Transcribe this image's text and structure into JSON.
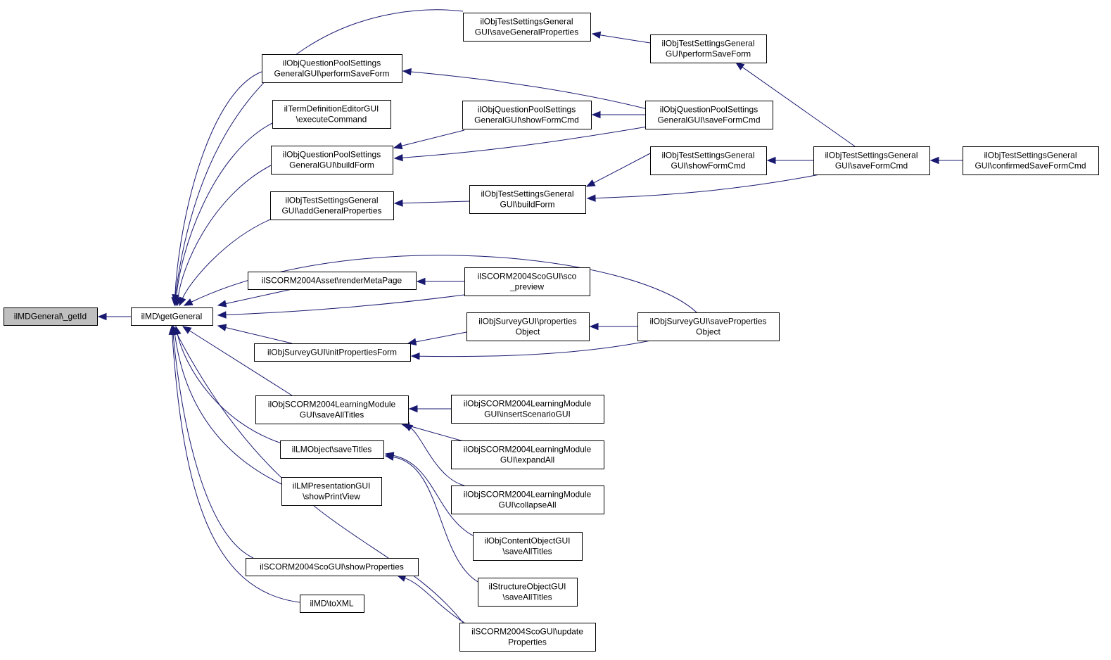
{
  "diagram": {
    "type": "call-graph",
    "colors": {
      "edge": "#191970",
      "node_border": "#000000",
      "focus_fill": "#bfbfbf",
      "node_fill": "#ffffff"
    },
    "nodes": [
      {
        "id": "n_getid",
        "lines": [
          "ilMDGeneral\\_getId"
        ],
        "focus": true
      },
      {
        "id": "n_getgeneral",
        "lines": [
          "ilMD\\getGeneral"
        ]
      },
      {
        "id": "n_qp_perform",
        "lines": [
          "ilObjQuestionPoolSettings",
          "GeneralGUI\\performSaveForm"
        ]
      },
      {
        "id": "n_termdef",
        "lines": [
          "ilTermDefinitionEditorGUI",
          "\\executeCommand"
        ]
      },
      {
        "id": "n_qp_build",
        "lines": [
          "ilObjQuestionPoolSettings",
          "GeneralGUI\\buildForm"
        ]
      },
      {
        "id": "n_ts_addgen",
        "lines": [
          "ilObjTestSettingsGeneral",
          "GUI\\addGeneralProperties"
        ]
      },
      {
        "id": "n_scorm_render",
        "lines": [
          "ilSCORM2004Asset\\renderMetaPage"
        ]
      },
      {
        "id": "n_survey_init",
        "lines": [
          "ilObjSurveyGUI\\initPropertiesForm"
        ]
      },
      {
        "id": "n_lm_saveall",
        "lines": [
          "ilObjSCORM2004LearningModule",
          "GUI\\saveAllTitles"
        ]
      },
      {
        "id": "n_lmobj_save",
        "lines": [
          "ilLMObject\\saveTitles"
        ]
      },
      {
        "id": "n_lmpres",
        "lines": [
          "ilLMPresentationGUI",
          "\\showPrintView"
        ]
      },
      {
        "id": "n_sco_showprop",
        "lines": [
          "ilSCORM2004ScoGUI\\showProperties"
        ]
      },
      {
        "id": "n_toxml",
        "lines": [
          "ilMD\\toXML"
        ]
      },
      {
        "id": "n_ts_savegen",
        "lines": [
          "ilObjTestSettingsGeneral",
          "GUI\\saveGeneralProperties"
        ]
      },
      {
        "id": "n_qp_showform",
        "lines": [
          "ilObjQuestionPoolSettings",
          "GeneralGUI\\showFormCmd"
        ]
      },
      {
        "id": "n_ts_build",
        "lines": [
          "ilObjTestSettingsGeneral",
          "GUI\\buildForm"
        ]
      },
      {
        "id": "n_sco_preview",
        "lines": [
          "ilSCORM2004ScoGUI\\sco",
          "_preview"
        ]
      },
      {
        "id": "n_survey_propobj",
        "lines": [
          "ilObjSurveyGUI\\properties",
          "Object"
        ]
      },
      {
        "id": "n_lm_insert",
        "lines": [
          "ilObjSCORM2004LearningModule",
          "GUI\\insertScenarioGUI"
        ]
      },
      {
        "id": "n_lm_expand",
        "lines": [
          "ilObjSCORM2004LearningModule",
          "GUI\\expandAll"
        ]
      },
      {
        "id": "n_lm_collapse",
        "lines": [
          "ilObjSCORM2004LearningModule",
          "GUI\\collapseAll"
        ]
      },
      {
        "id": "n_content_save",
        "lines": [
          "ilObjContentObjectGUI",
          "\\saveAllTitles"
        ]
      },
      {
        "id": "n_struct_save",
        "lines": [
          "ilStructureObjectGUI",
          "\\saveAllTitles"
        ]
      },
      {
        "id": "n_sco_update",
        "lines": [
          "ilSCORM2004ScoGUI\\update",
          "Properties"
        ]
      },
      {
        "id": "n_ts_perform",
        "lines": [
          "ilObjTestSettingsGeneral",
          "GUI\\performSaveForm"
        ]
      },
      {
        "id": "n_qp_saveform",
        "lines": [
          "ilObjQuestionPoolSettings",
          "GeneralGUI\\saveFormCmd"
        ]
      },
      {
        "id": "n_ts_showform",
        "lines": [
          "ilObjTestSettingsGeneral",
          "GUI\\showFormCmd"
        ]
      },
      {
        "id": "n_survey_saveprop",
        "lines": [
          "ilObjSurveyGUI\\saveProperties",
          "Object"
        ]
      },
      {
        "id": "n_ts_saveform",
        "lines": [
          "ilObjTestSettingsGeneral",
          "GUI\\saveFormCmd"
        ]
      },
      {
        "id": "n_ts_confirmed",
        "lines": [
          "ilObjTestSettingsGeneral",
          "GUI\\confirmedSaveFormCmd"
        ]
      }
    ],
    "edges": [
      {
        "from": "n_getgeneral",
        "to": "n_getid"
      },
      {
        "from": "n_qp_perform",
        "to": "n_getgeneral"
      },
      {
        "from": "n_termdef",
        "to": "n_getgeneral"
      },
      {
        "from": "n_qp_build",
        "to": "n_getgeneral"
      },
      {
        "from": "n_ts_addgen",
        "to": "n_getgeneral"
      },
      {
        "from": "n_scorm_render",
        "to": "n_getgeneral"
      },
      {
        "from": "n_survey_init",
        "to": "n_getgeneral"
      },
      {
        "from": "n_lm_saveall",
        "to": "n_getgeneral"
      },
      {
        "from": "n_lmobj_save",
        "to": "n_getgeneral"
      },
      {
        "from": "n_lmpres",
        "to": "n_getgeneral"
      },
      {
        "from": "n_sco_showprop",
        "to": "n_getgeneral"
      },
      {
        "from": "n_toxml",
        "to": "n_getgeneral"
      },
      {
        "from": "n_ts_savegen",
        "to": "n_getgeneral"
      },
      {
        "from": "n_survey_saveprop",
        "to": "n_getgeneral"
      },
      {
        "from": "n_sco_preview",
        "to": "n_getgeneral"
      },
      {
        "from": "n_sco_update",
        "to": "n_getgeneral"
      },
      {
        "from": "n_qp_saveform",
        "to": "n_qp_perform"
      },
      {
        "from": "n_qp_showform",
        "to": "n_qp_build"
      },
      {
        "from": "n_qp_saveform",
        "to": "n_qp_build"
      },
      {
        "from": "n_ts_build",
        "to": "n_ts_addgen"
      },
      {
        "from": "n_sco_preview",
        "to": "n_scorm_render"
      },
      {
        "from": "n_survey_propobj",
        "to": "n_survey_init"
      },
      {
        "from": "n_survey_saveprop",
        "to": "n_survey_init"
      },
      {
        "from": "n_lm_insert",
        "to": "n_lm_saveall"
      },
      {
        "from": "n_lm_expand",
        "to": "n_lm_saveall"
      },
      {
        "from": "n_lm_collapse",
        "to": "n_lm_saveall"
      },
      {
        "from": "n_content_save",
        "to": "n_lmobj_save"
      },
      {
        "from": "n_struct_save",
        "to": "n_lmobj_save"
      },
      {
        "from": "n_sco_update",
        "to": "n_sco_showprop"
      },
      {
        "from": "n_ts_perform",
        "to": "n_ts_savegen"
      },
      {
        "from": "n_qp_saveform",
        "to": "n_qp_showform"
      },
      {
        "from": "n_ts_showform",
        "to": "n_ts_build"
      },
      {
        "from": "n_ts_saveform",
        "to": "n_ts_build"
      },
      {
        "from": "n_survey_saveprop",
        "to": "n_survey_propobj"
      },
      {
        "from": "n_ts_saveform",
        "to": "n_ts_perform"
      },
      {
        "from": "n_ts_saveform",
        "to": "n_ts_showform"
      },
      {
        "from": "n_ts_confirmed",
        "to": "n_ts_saveform"
      }
    ]
  }
}
